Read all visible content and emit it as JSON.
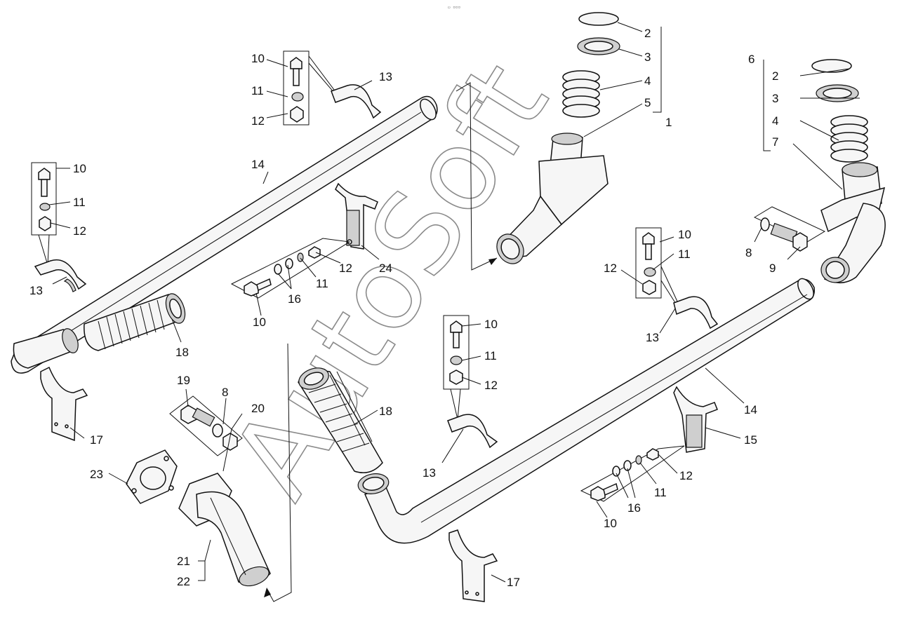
{
  "header": {
    "tiny_marker": "▭ ▫▫▫"
  },
  "watermark": {
    "text": "AutoSoft"
  },
  "callouts": {
    "n1": "1",
    "n2": "2",
    "n3": "3",
    "n4": "4",
    "n5": "5",
    "n6": "6",
    "n7": "7",
    "n8": "8",
    "n9": "9",
    "n10": "10",
    "n11": "11",
    "n12": "12",
    "n13": "13",
    "n14": "14",
    "n15": "15",
    "n16": "16",
    "n17": "17",
    "n18": "18",
    "n19": "19",
    "n20": "20",
    "n21": "21",
    "n22": "22",
    "n23": "23",
    "n24": "24"
  },
  "icons": [
    "bolt-icon",
    "spring-washer-icon",
    "nut-icon",
    "clamp-icon",
    "spring-icon",
    "ring-icon",
    "bracket-icon",
    "corrugated-sleeve-icon",
    "flange-gasket-icon",
    "pipe-icon"
  ]
}
